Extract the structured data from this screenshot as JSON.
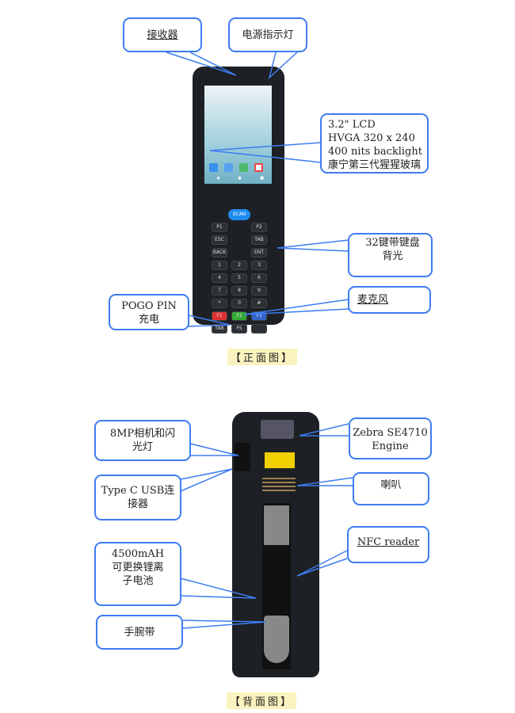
{
  "front": {
    "callouts": {
      "receiver": "接收器",
      "power_led": "电源指示灯",
      "lcd": [
        "3.2\" LCD",
        "HVGA 320 x 240",
        "400 nits backlight",
        "康宁第三代猩猩玻璃"
      ],
      "keypad": "32键带键盘背光",
      "microphone": "麦克风",
      "pogo": [
        "POGO PIN",
        "充电"
      ]
    },
    "caption": "【正面图】",
    "device": {
      "scan_key": "SCAN",
      "keys": [
        "P1",
        "",
        "P2",
        "ESC",
        "",
        "TAB",
        "BACK",
        "",
        "ENT",
        "1",
        "2",
        "3",
        "4",
        "5",
        "6",
        "7",
        "8",
        "9",
        "*",
        "0",
        "#",
        "F1",
        "F2",
        "F3",
        "TAB",
        "F5",
        ""
      ]
    }
  },
  "back": {
    "callouts": {
      "camera": [
        "8MP相机和闪",
        "光灯"
      ],
      "usb": [
        "Type C USB连",
        "接器"
      ],
      "battery": [
        "4500mAH",
        "可更换锂离",
        "子电池"
      ],
      "strap": "手腕带",
      "scanner": [
        "Zebra SE4710",
        "Engine"
      ],
      "speaker": "喇叭",
      "nfc": "NFC reader"
    },
    "caption": "【背面图】"
  },
  "colors": {
    "callout_border": "#3d7cf0",
    "caption_bg": "#fbf3bf",
    "device": "#1d2024",
    "scan": "#1e8cf0"
  }
}
